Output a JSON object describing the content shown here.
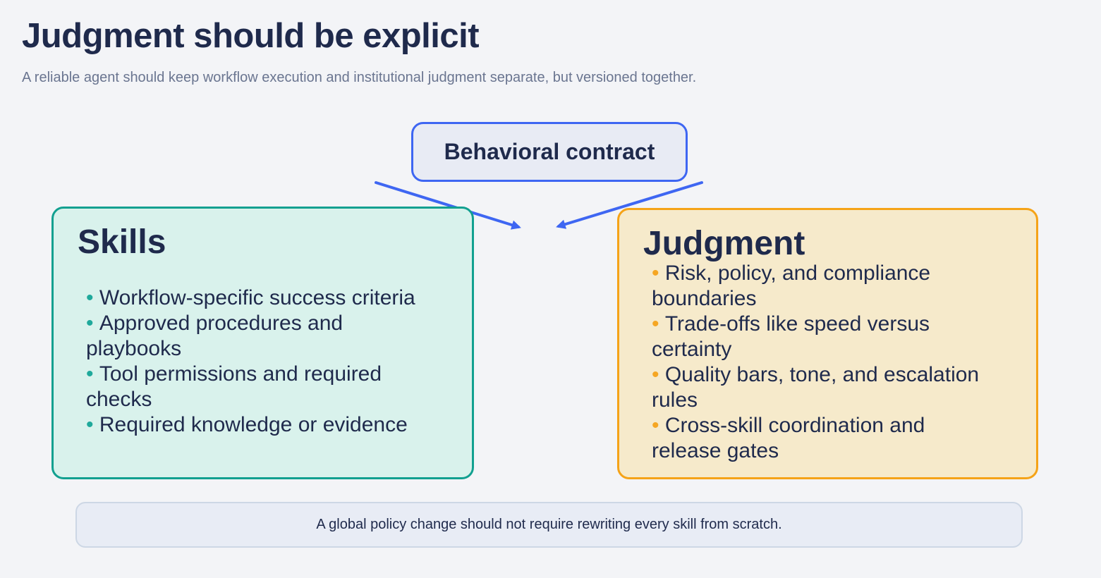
{
  "header": {
    "title": "Judgment should be explicit",
    "subtitle": "A reliable agent should keep workflow execution and institutional judgment separate, but versioned together."
  },
  "contract": {
    "label": "Behavioral contract"
  },
  "skills": {
    "title": "Skills",
    "items": [
      "Workflow-specific success criteria",
      "Approved procedures and playbooks",
      "Tool permissions and required checks",
      "Required knowledge or evidence"
    ]
  },
  "judgment": {
    "title": "Judgment",
    "items": [
      "Risk, policy, and compliance boundaries",
      "Trade-offs like speed versus certainty",
      "Quality bars, tone, and escalation rules",
      "Cross-skill coordination and release gates"
    ]
  },
  "footer": {
    "note": "A global policy change should not require rewriting every skill from scratch."
  },
  "icons": {
    "arrow_left": "arrow-down-right",
    "arrow_right": "arrow-down-left"
  },
  "colors": {
    "background": "#f3f4f7",
    "heading_text": "#1f2a4c",
    "subtitle_text": "#6a7590",
    "accent_blue": "#3e66f2",
    "contract_fill": "#e8ebf4",
    "skills_border": "#12a090",
    "skills_fill": "#d9f2ec",
    "skills_bullet": "#1fa99b",
    "judgment_border": "#f5a318",
    "judgment_fill": "#f6eacb",
    "judgment_bullet": "#f5a623",
    "footer_fill": "#e8ecf5",
    "footer_border": "#cdd7e5"
  }
}
